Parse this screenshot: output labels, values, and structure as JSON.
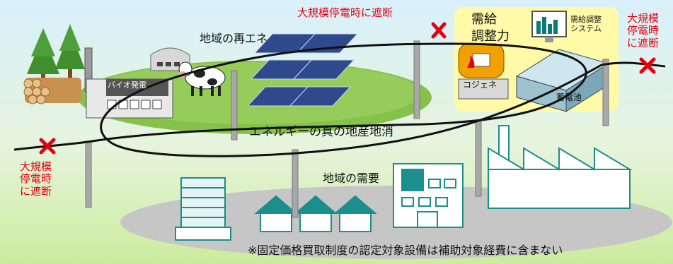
{
  "labels": {
    "cut_top": "大規模停電時に遮断",
    "cut_right": "大規模\n停電時\nに遮断",
    "cut_left": "大規模\n停電時\nに遮断",
    "regional_re": "地域の再エネ",
    "supply_adjust": "需給\n調整力",
    "supply_system": "需給調整\nシステム",
    "biomass": "バイオ発電",
    "cogen": "コジェネ",
    "battery": "蓄電池",
    "local_consumption": "エネルギーの真の地産地消",
    "regional_demand": "地域の需要",
    "footnote": "※固定価格買取制度の認定対象設備は補助対象経費に含まない"
  },
  "colors": {
    "cut_mark": "#e3000f",
    "highlight_box": "#fffaa8",
    "building_teal": "#1b8e8e",
    "field_green": "#8bc34a",
    "solar_blue": "#2e4a8c",
    "grid_line": "#111111"
  }
}
